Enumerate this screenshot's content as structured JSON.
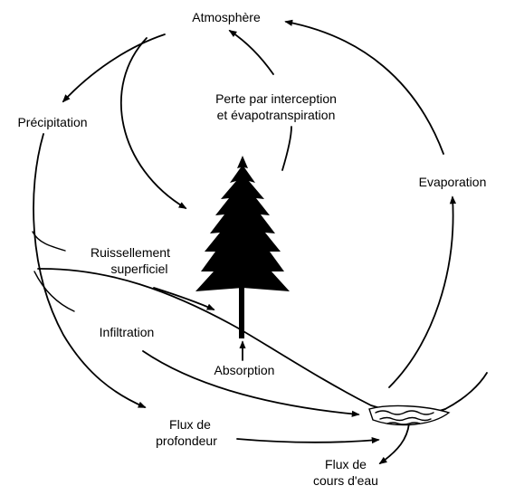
{
  "labels": {
    "atmosphere": "Atmosphère",
    "precipitation": "Précipitation",
    "interception_line1": "Perte par interception",
    "interception_line2": "et évapotranspiration",
    "evaporation": "Evaporation",
    "runoff_line1": "Ruissellement",
    "runoff_line2": "superficiel",
    "infiltration": "Infiltration",
    "absorption": "Absorption",
    "deep_flow_line1": "Flux de",
    "deep_flow_line2": "profondeur",
    "stream_flow_line1": "Flux de",
    "stream_flow_line2": "cours d'eau"
  },
  "colors": {
    "ink": "#000000",
    "background": "#ffffff"
  }
}
